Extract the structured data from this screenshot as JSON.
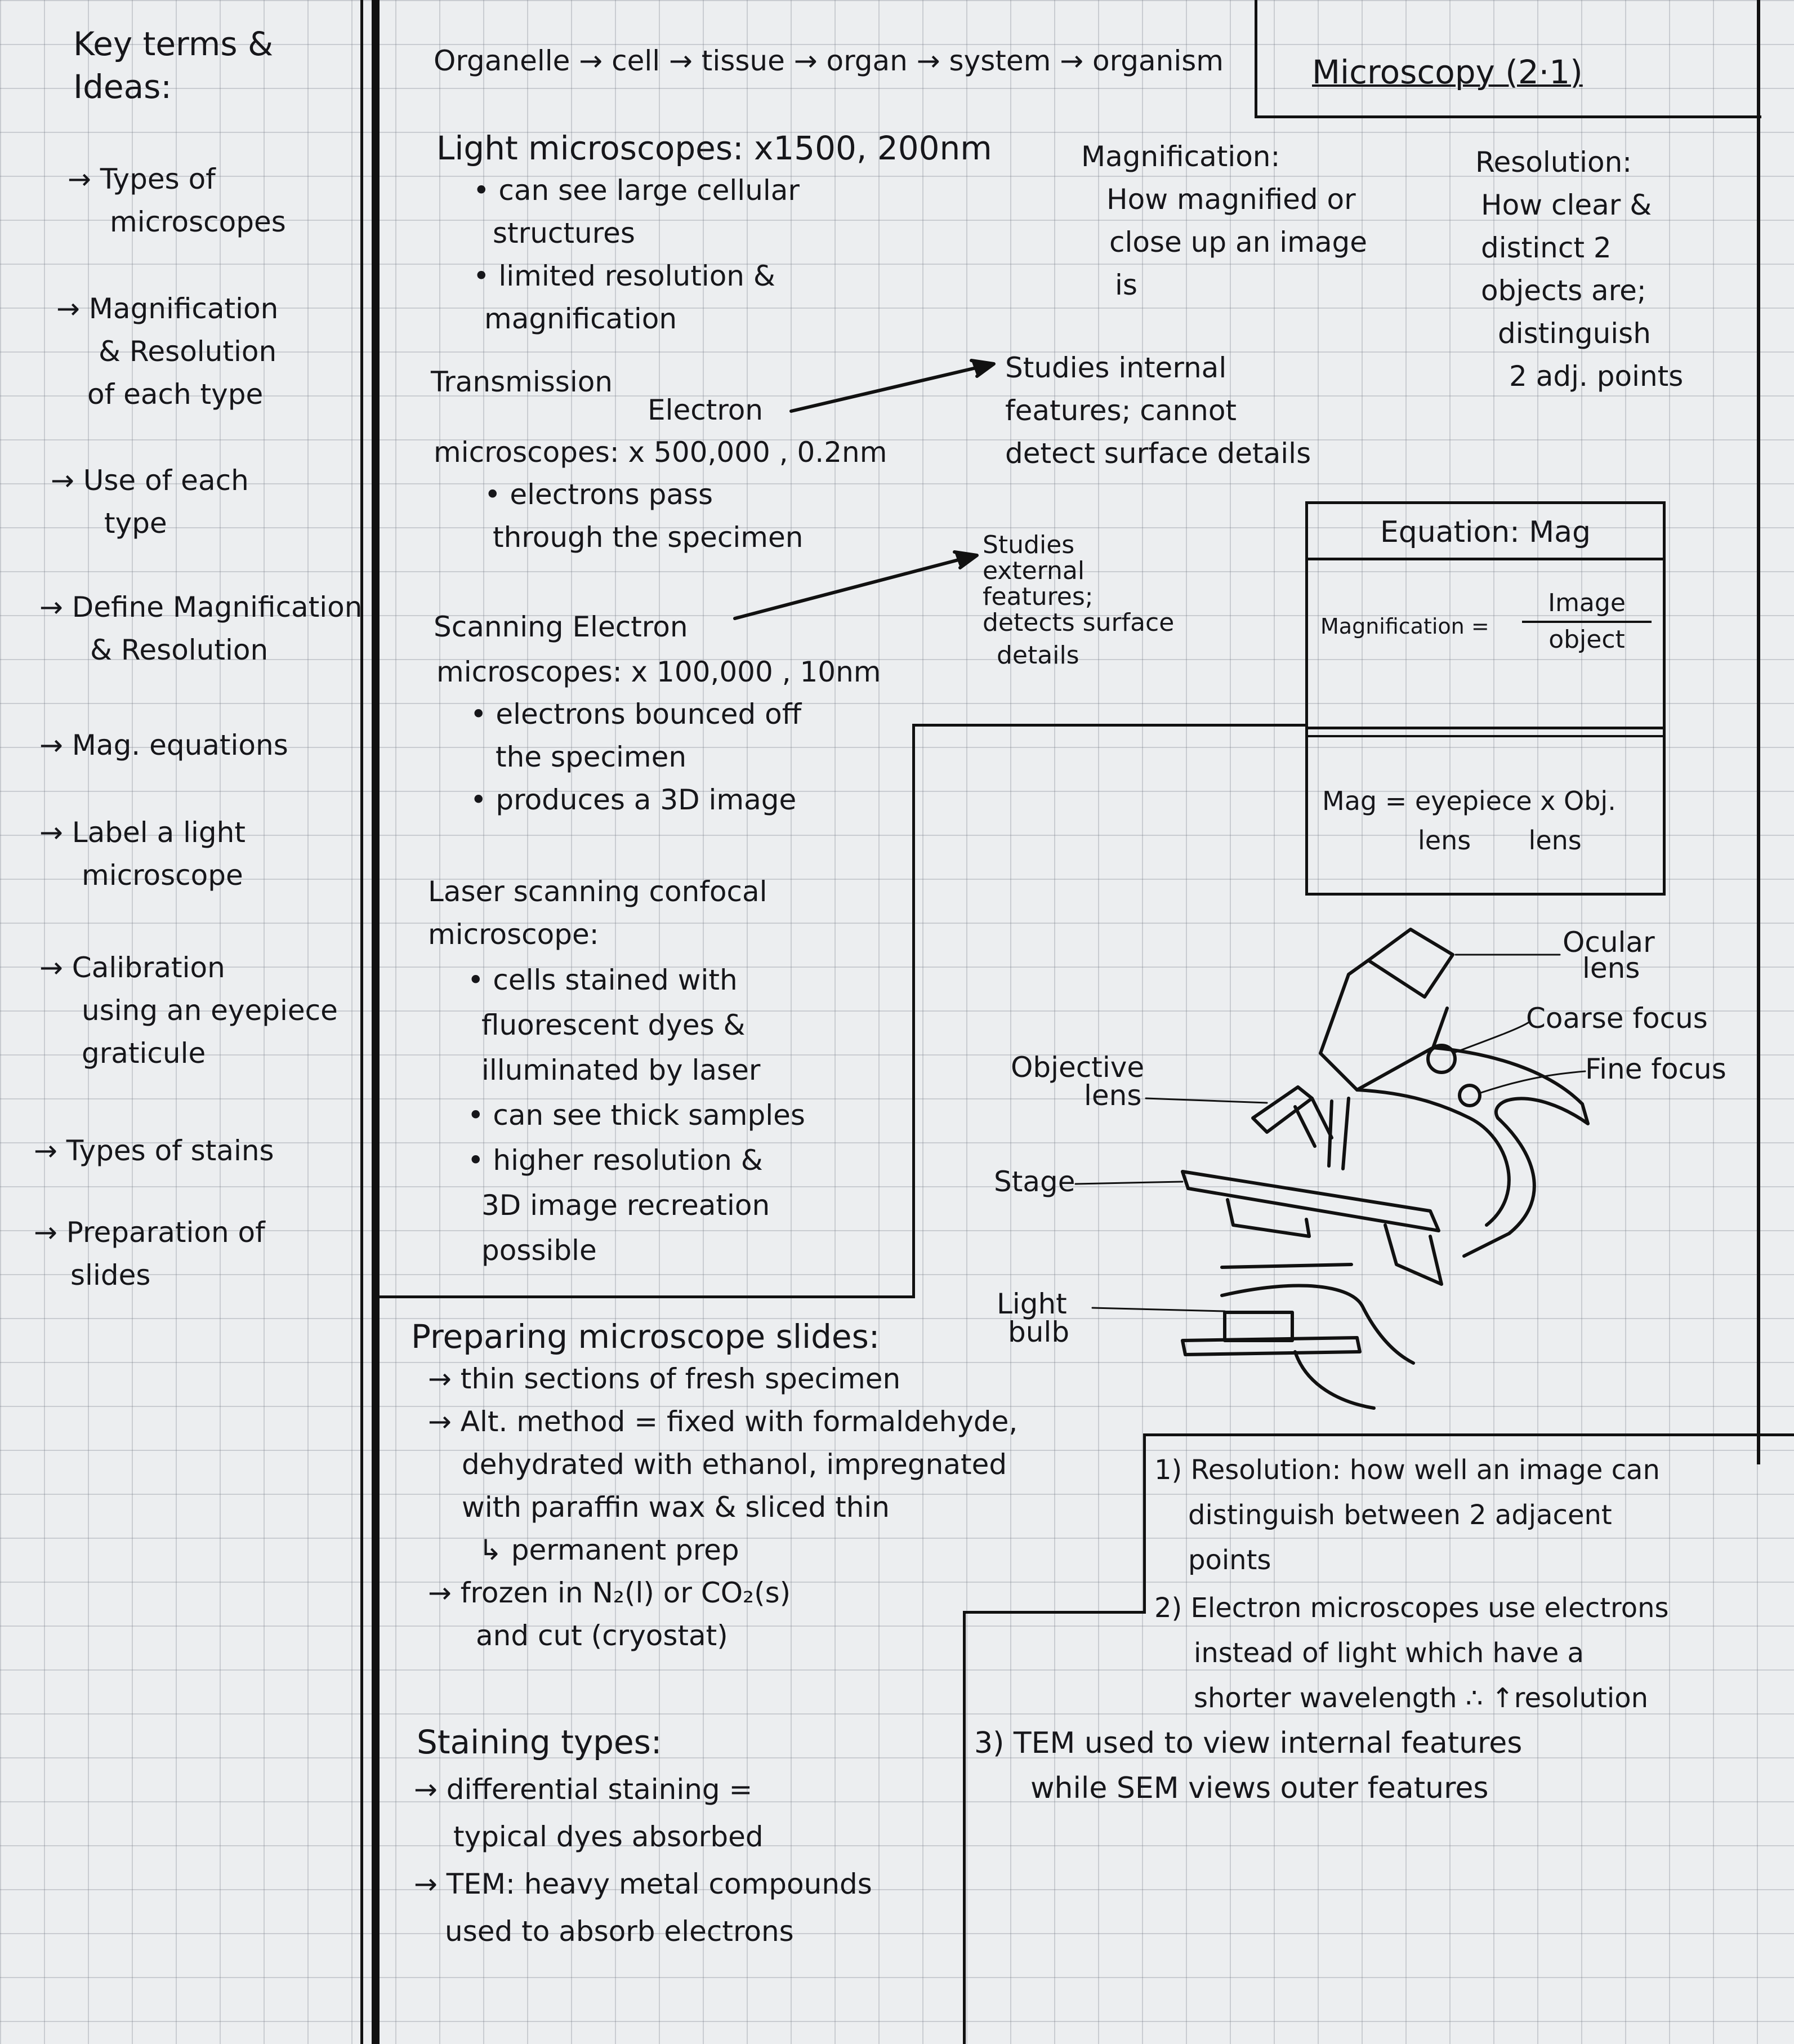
{
  "key_terms": {
    "title_line1": "Key terms &",
    "title_line2": "Ideas:",
    "items": [
      [
        "→ Types of",
        "microscopes"
      ],
      [
        "→ Magnification",
        "& Resolution",
        "of each type"
      ],
      [
        "→ Use of each",
        "type"
      ],
      [
        "→ Define Magnification",
        "& Resolution"
      ],
      [
        "→ Mag. equations"
      ],
      [
        "→ Label a light",
        "microscope"
      ],
      [
        "→ Calibration",
        "using an eyepiece",
        "graticule"
      ],
      [
        "→ Types of stains"
      ],
      [
        "→ Preparation of",
        "slides"
      ]
    ]
  },
  "hierarchy": "Organelle → cell → tissue → organ → system → organism",
  "page_title": "Microscopy (2·1)",
  "light": {
    "heading": "Light microscopes: x1500, 200nm",
    "b1_l1": "• can see large cellular",
    "b1_l2": "structures",
    "b2_l1": "• limited resolution &",
    "b2_l2": "magnification"
  },
  "magnification_def": {
    "heading": "Magnification:",
    "lines": [
      "How magnified or",
      "close up an image",
      "is"
    ]
  },
  "resolution_def": {
    "heading": "Resolution:",
    "lines": [
      "How clear &",
      "distinct 2",
      "objects are;",
      "distinguish",
      "2 adj. points"
    ]
  },
  "tem": {
    "line1": "Transmission",
    "line1b": "Electron",
    "line2": "microscopes: x 500,000 , 0.2nm",
    "b1_l1": "• electrons pass",
    "b1_l2": "through the specimen",
    "note": [
      "Studies internal",
      "features; cannot",
      "detect surface details"
    ]
  },
  "sem": {
    "line1": "Scanning Electron",
    "line2": "microscopes: x 100,000 , 10nm",
    "b1_l1": "• electrons bounced off",
    "b1_l2": "the specimen",
    "b2": "• produces a 3D image",
    "note": [
      "Studies",
      "external",
      "features;",
      "detects surface",
      "details"
    ]
  },
  "equation": {
    "title": "Equation: Mag",
    "lhs": "Magnification =",
    "numerator": "Image",
    "denominator": "object",
    "mag_lhs": "Mag = eyepiece x Obj.",
    "mag_sub": "lens       lens"
  },
  "confocal": {
    "heading_l1": "Laser scanning confocal",
    "heading_l2": "microscope:",
    "lines": [
      "• cells stained with",
      "fluorescent dyes &",
      "illuminated by laser",
      "• can see thick samples",
      "• higher resolution &",
      "3D image recreation",
      "possible"
    ]
  },
  "diagram_labels": {
    "ocular": [
      "Ocular",
      "lens"
    ],
    "coarse": "Coarse focus",
    "fine": "Fine focus",
    "objective": [
      "Objective",
      "lens"
    ],
    "stage": "Stage",
    "light": [
      "Light",
      "bulb"
    ]
  },
  "slides": {
    "heading": "Preparing microscope slides:",
    "lines": [
      "→ thin sections of fresh specimen",
      "→ Alt. method = fixed with formaldehyde,",
      "dehydrated with ethanol, impregnated",
      "with paraffin wax & sliced thin",
      "↳ permanent prep",
      "→ frozen in N₂(l) or CO₂(s)",
      "and cut (cryostat)"
    ]
  },
  "staining": {
    "heading": "Staining types:",
    "lines": [
      "→ differential staining =",
      "typical dyes absorbed",
      "→ TEM: heavy metal compounds",
      "used to absorb electrons"
    ]
  },
  "summary": {
    "lines": [
      "1) Resolution: how well an image can",
      "distinguish between 2 adjacent",
      "points",
      "2) Electron microscopes use electrons",
      "instead of light which have a",
      "shorter wavelength ∴ ↑resolution",
      "3) TEM used to view internal features",
      "while SEM views outer features"
    ]
  }
}
